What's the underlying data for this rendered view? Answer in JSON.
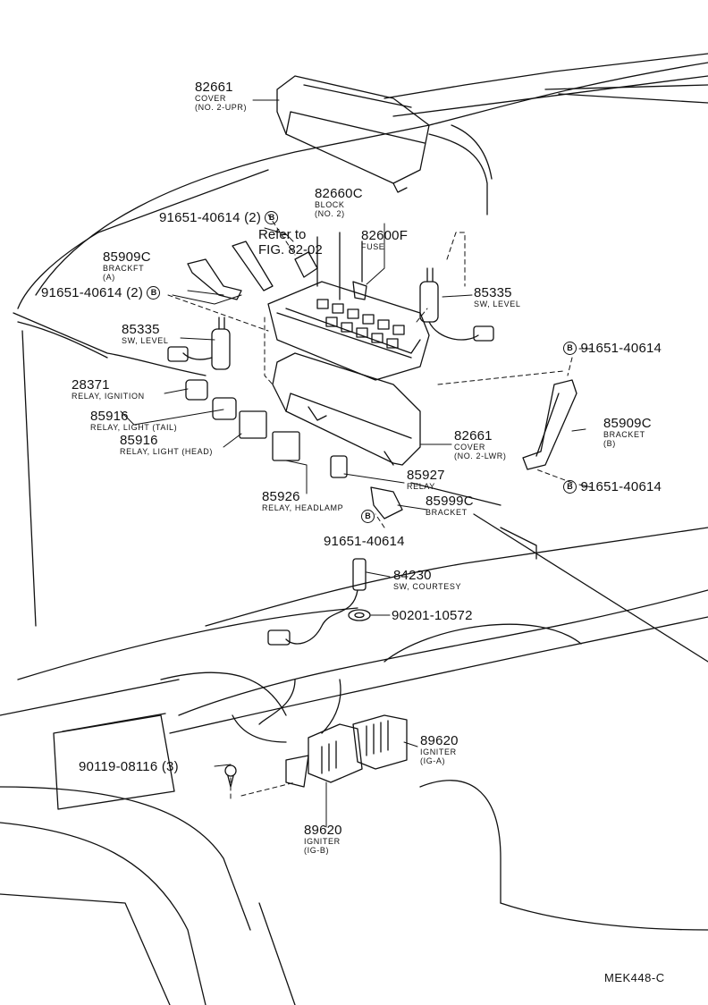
{
  "labels": {
    "cover_upr": {
      "number": "82661",
      "desc1": "COVER",
      "desc2": "(No. 2-UPR)"
    },
    "block": {
      "number": "82660C",
      "desc1": "BLOCK",
      "desc2": "(No. 2)"
    },
    "bolt_top": {
      "number": "91651-40614",
      "qty": "(2)",
      "marker": "B"
    },
    "refer": {
      "line1": "Refer to",
      "line2": "FIG. 82-02"
    },
    "fuse": {
      "number": "82600F",
      "desc1": "FUSE"
    },
    "bracket_a": {
      "number": "85909C",
      "desc1": "BRACKFT",
      "desc2": "(A)"
    },
    "bolt_left": {
      "number": "91651-40614",
      "qty": "(2)",
      "marker": "B"
    },
    "sw_level_right": {
      "number": "85335",
      "desc1": "SW, LEVEL"
    },
    "sw_level_left": {
      "number": "85335",
      "desc1": "SW, LEVEL"
    },
    "bolt_right_top": {
      "number": "91651-40614",
      "marker": "B"
    },
    "relay_ignition": {
      "number": "28371",
      "desc1": "RELAY, IGNITION"
    },
    "relay_tail": {
      "number": "85916",
      "desc1": "RELAY, LIGHT (TAIL)"
    },
    "relay_head": {
      "number": "85916",
      "desc1": "RELAY, LIGHT (HEAD)"
    },
    "cover_lwr": {
      "number": "82661",
      "desc1": "COVER",
      "desc2": "(No. 2-LWR)"
    },
    "bracket_b": {
      "number": "85909C",
      "desc1": "BRACKET",
      "desc2": "(B)"
    },
    "relay_85927": {
      "number": "85927",
      "desc1": "RELAY"
    },
    "relay_headlamp": {
      "number": "85926",
      "desc1": "RELAY, HEADLAMP"
    },
    "bracket_85999c": {
      "number": "85999C",
      "desc1": "BRACKET"
    },
    "bolt_right_bottom": {
      "number": "91651-40614",
      "marker": "B"
    },
    "bolt_bottom": {
      "number": "91651-40614",
      "marker": "B"
    },
    "sw_courtesy": {
      "number": "84230",
      "desc1": "SW, COURTESY"
    },
    "grommet": {
      "number": "90201-10572"
    },
    "igniter_a": {
      "number": "89620",
      "desc1": "IGNITER",
      "desc2": "(IG-A)"
    },
    "screw": {
      "number": "90119-08116",
      "qty": "(3)"
    },
    "igniter_b": {
      "number": "89620",
      "desc1": "IGNITER",
      "desc2": "(IG-B)"
    }
  },
  "catalog_code": "MEK448-C"
}
